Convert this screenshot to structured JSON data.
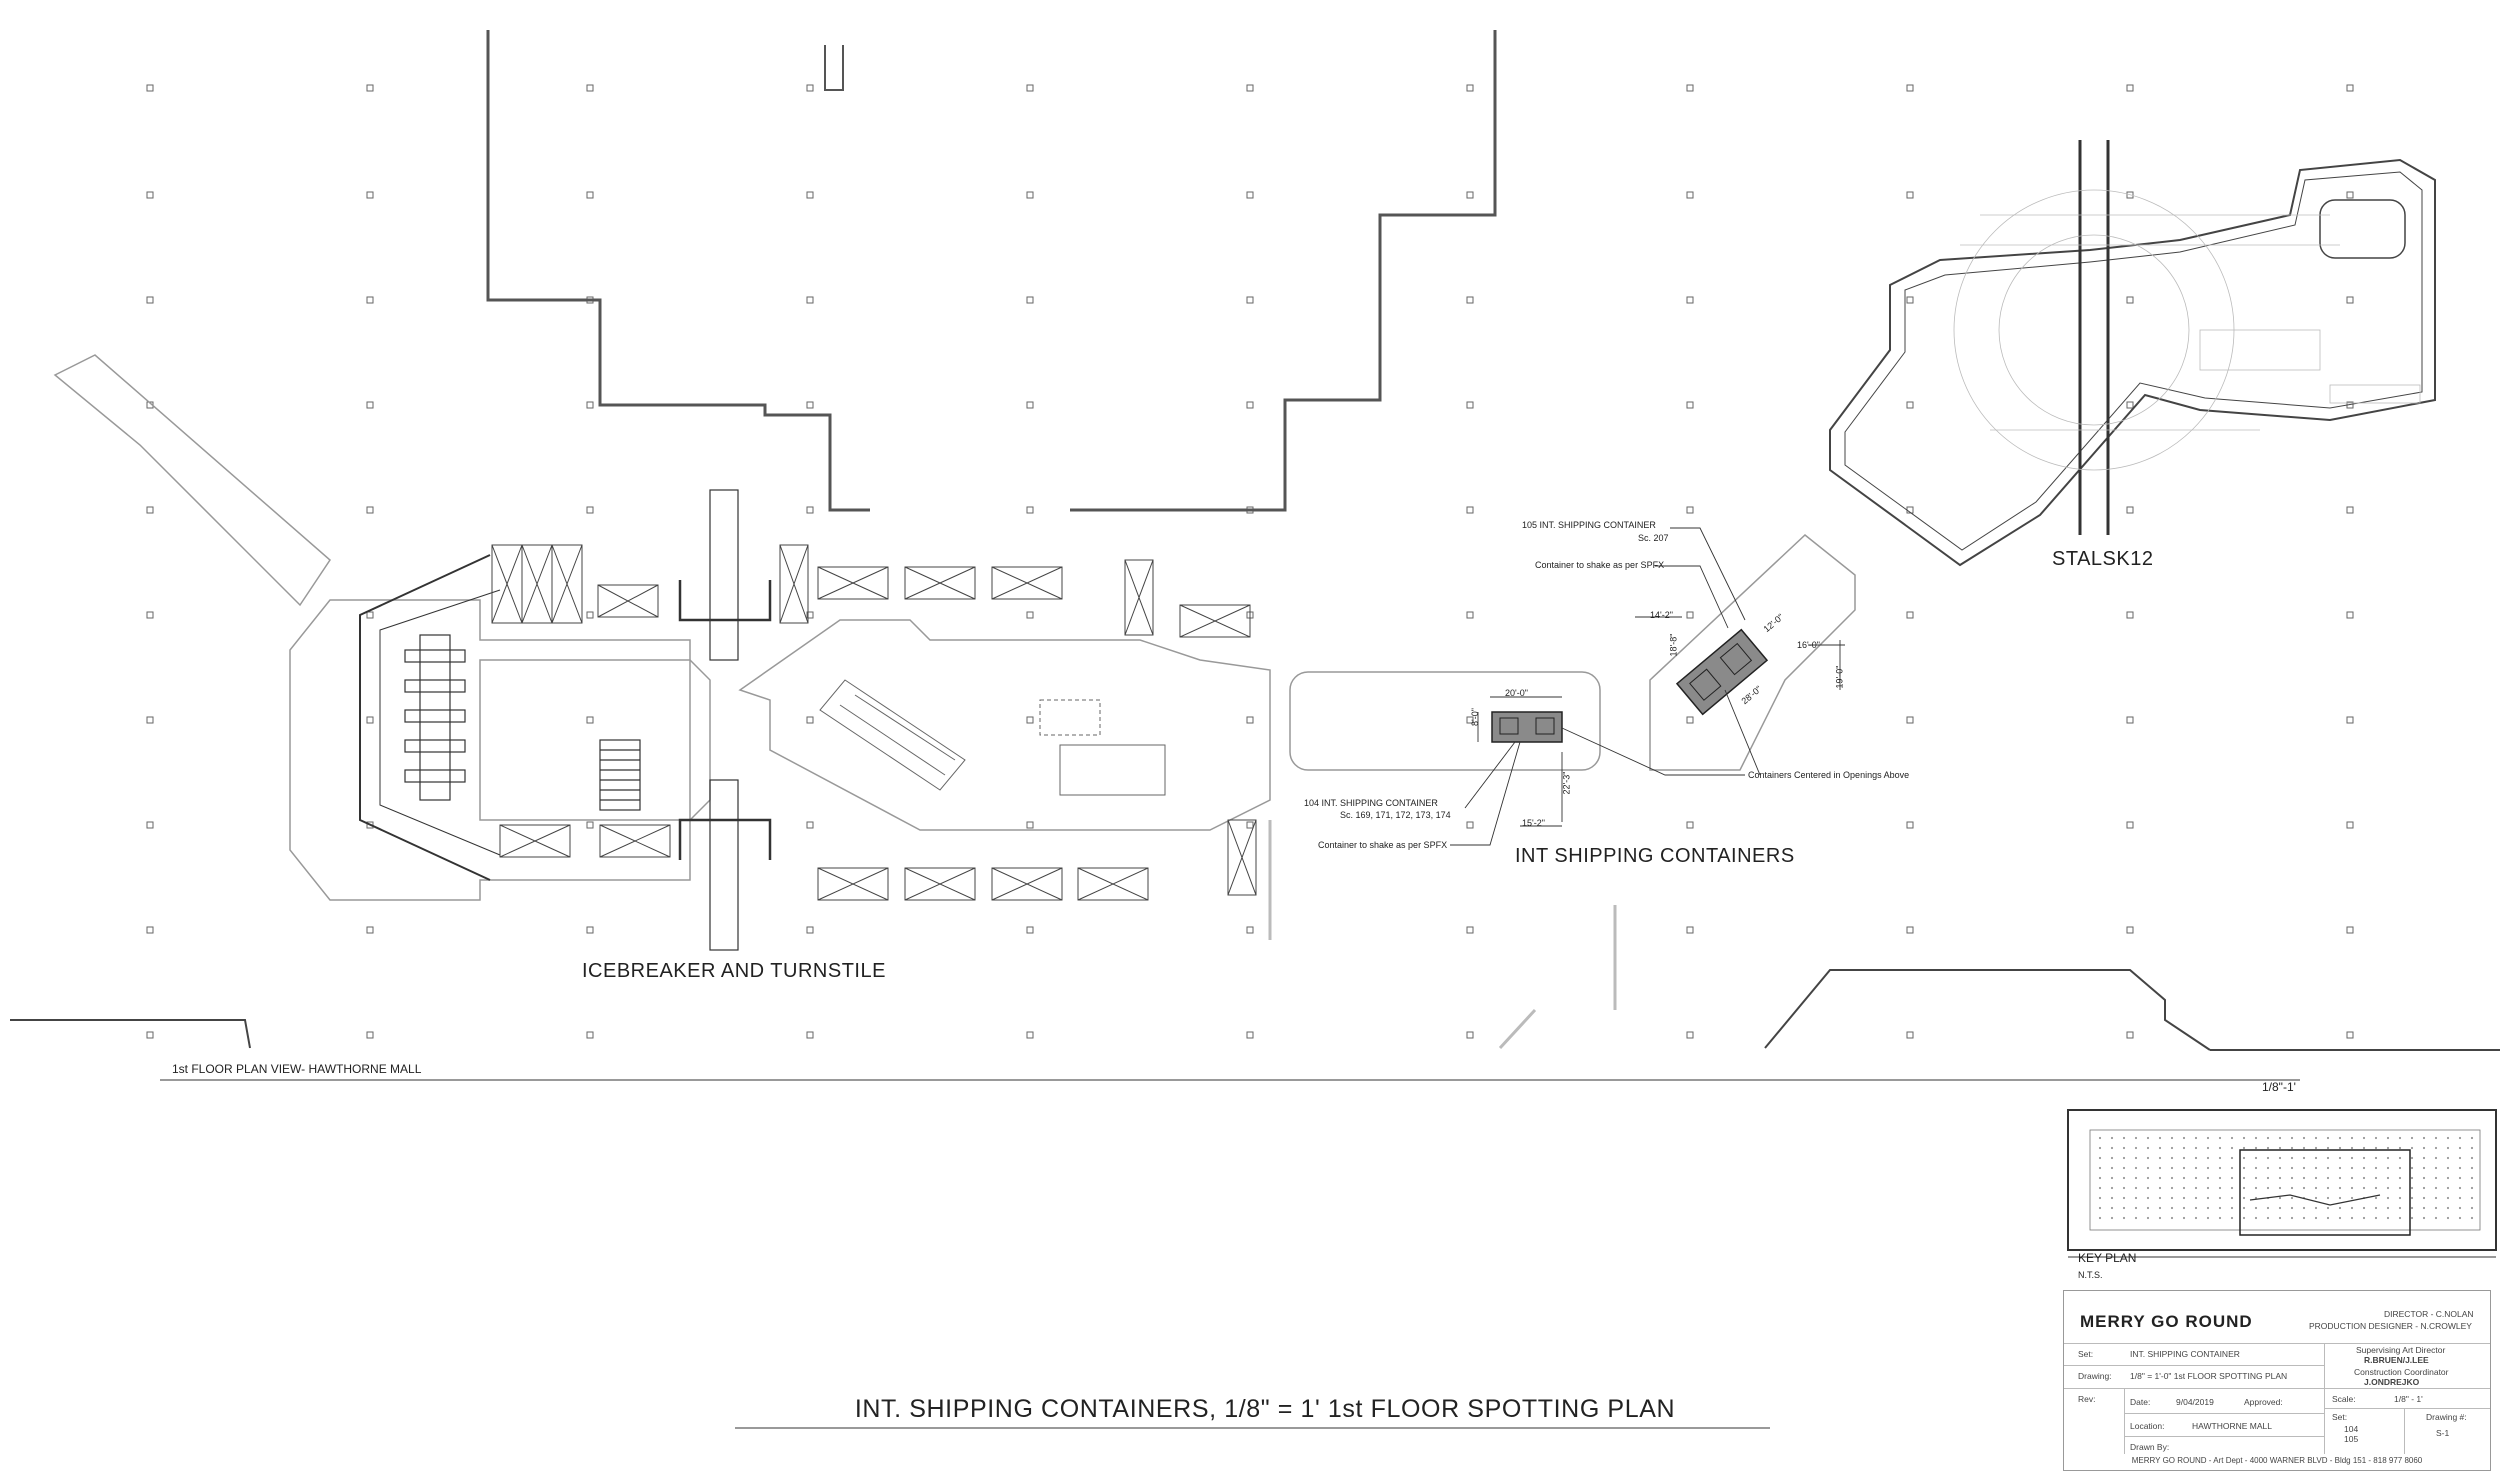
{
  "drawing": {
    "title": "INT. SHIPPING CONTAINERS, 1/8\" = 1' 1st FLOOR SPOTTING PLAN",
    "view_label": "1st FLOOR PLAN VIEW-  HAWTHORNE MALL",
    "scale_note": "1/8\"-1'"
  },
  "areas": {
    "icebreaker": "ICEBREAKER AND TURNSTILE",
    "containers": "INT SHIPPING CONTAINERS",
    "stalsk": "STALSK12"
  },
  "callouts": {
    "c105_title": "105 INT. SHIPPING CONTAINER",
    "c105_scene": "Sc. 207",
    "c105_shake": "Container to shake as per SPFX",
    "c104_title": "104 INT. SHIPPING CONTAINER",
    "c104_scenes": "Sc. 169, 171, 172, 173, 174",
    "c104_shake": "Container to shake as per SPFX",
    "centered": "Containers Centered in Openings Above"
  },
  "dimensions": {
    "d1": "20'-0\"",
    "d2": "8'-0\"",
    "d3": "22'-3\"",
    "d4": "15'-2\"",
    "d5": "14'-2\"",
    "d6": "18'-8\"",
    "d7": "12'-0\"",
    "d8": "16'-0\"",
    "d9": "19'-0\"",
    "d10": "28'-0\""
  },
  "key_plan": {
    "label": "KEY PLAN",
    "nts": "N.T.S."
  },
  "title_block": {
    "project": "MERRY GO ROUND",
    "director": "DIRECTOR - C.NOLAN",
    "production_designer": "PRODUCTION DESIGNER - N.CROWLEY",
    "set_label": "Set:",
    "set_value": "INT. SHIPPING CONTAINER",
    "drawing_label": "Drawing:",
    "drawing_value": "1/8\" = 1'-0\"   1st FLOOR SPOTTING PLAN",
    "rev_label": "Rev:",
    "date_label": "Date:",
    "date_value": "9/04/2019",
    "approved_label": "Approved:",
    "location_label": "Location:",
    "location_value": "HAWTHORNE MALL",
    "drawn_by_label": "Drawn By:",
    "sad_label": "Supervising Art Director",
    "sad_value": "R.BRUEN/J.LEE",
    "cc_label": "Construction Coordinator",
    "cc_value": "J.ONDREJKO",
    "scale_label": "Scale:",
    "scale_value": "1/8\" - 1'",
    "set_no_label": "Set:",
    "set_no_1": "104",
    "set_no_2": "105",
    "drawing_no_label": "Drawing #:",
    "drawing_no_value": "S-1",
    "footer": "MERRY GO ROUND - Art Dept - 4000 WARNER BLVD - Bldg 151 - 818 977 8060"
  },
  "colors": {
    "line": "#333333",
    "light_line": "#999999",
    "container_fill": "#8a8a8a",
    "background": "#ffffff"
  }
}
